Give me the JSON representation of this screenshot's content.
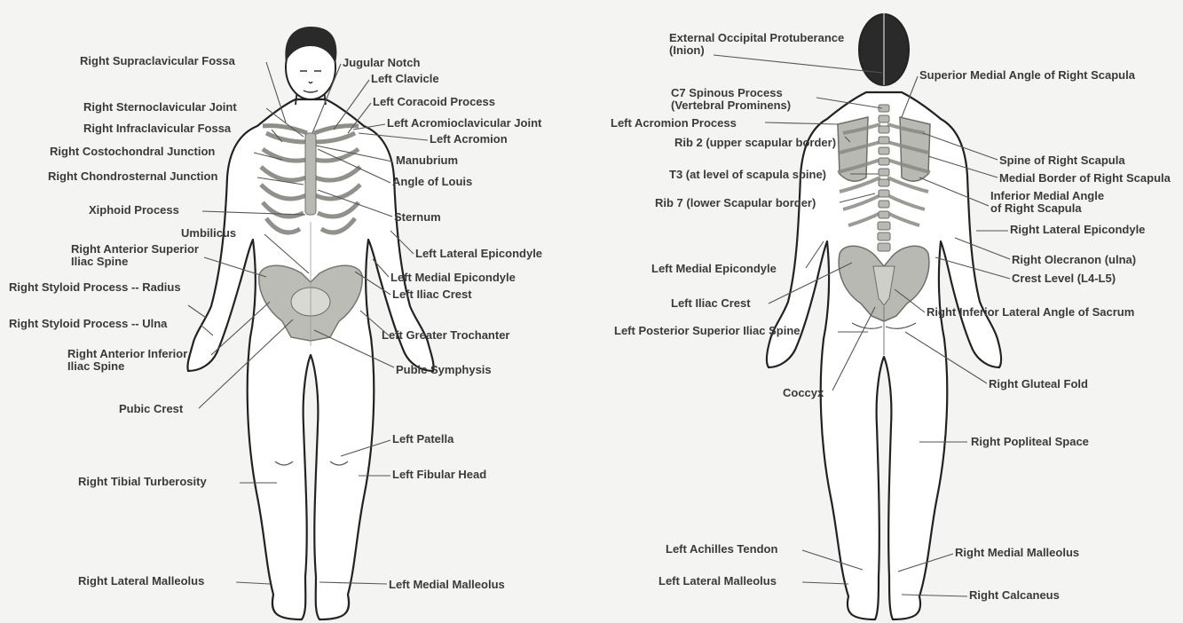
{
  "front_view": {
    "labels": [
      {
        "id": "f01",
        "text": "Right Supraclavicular Fossa"
      },
      {
        "id": "f02",
        "text": "Jugular Notch"
      },
      {
        "id": "f03",
        "text": "Left Clavicle"
      },
      {
        "id": "f04",
        "text": "Left Coracoid Process"
      },
      {
        "id": "f05",
        "text": "Right Sternoclavicular Joint"
      },
      {
        "id": "f06",
        "text": "Right Infraclavicular Fossa"
      },
      {
        "id": "f07",
        "text": "Left Acromioclavicular Joint"
      },
      {
        "id": "f08",
        "text": "Left Acromion"
      },
      {
        "id": "f09",
        "text": "Right Costochondral Junction"
      },
      {
        "id": "f10",
        "text": "Manubrium"
      },
      {
        "id": "f11",
        "text": "Right Chondrosternal Junction"
      },
      {
        "id": "f12",
        "text": "Angle of Louis"
      },
      {
        "id": "f13",
        "text": "Xiphoid Process"
      },
      {
        "id": "f14",
        "text": "Sternum"
      },
      {
        "id": "f15",
        "text": "Umbilicus"
      },
      {
        "id": "f16",
        "line1": "Right Anterior Superior",
        "line2": "Iliac Spine"
      },
      {
        "id": "f17",
        "text": "Left Lateral Epicondyle"
      },
      {
        "id": "f18",
        "text": "Right Styloid Process -- Radius"
      },
      {
        "id": "f19",
        "text": "Left Medial Epicondyle"
      },
      {
        "id": "f20",
        "text": "Left Iliac Crest"
      },
      {
        "id": "f21",
        "text": "Right Styloid Process -- Ulna"
      },
      {
        "id": "f22",
        "text": "Left Greater Trochanter"
      },
      {
        "id": "f23",
        "line1": "Right Anterior Inferior",
        "line2": "Iliac Spine"
      },
      {
        "id": "f24",
        "text": "Pubic Symphysis"
      },
      {
        "id": "f25",
        "text": "Pubic Crest"
      },
      {
        "id": "f26",
        "text": "Left Patella"
      },
      {
        "id": "f27",
        "text": "Right Tibial Turberosity"
      },
      {
        "id": "f28",
        "text": "Left Fibular Head"
      },
      {
        "id": "f29",
        "text": "Right Lateral Malleolus"
      },
      {
        "id": "f30",
        "text": "Left Medial Malleolus"
      }
    ]
  },
  "back_view": {
    "labels": [
      {
        "id": "b01",
        "line1": "External Occipital Protuberance",
        "line2": "(Inion)"
      },
      {
        "id": "b02",
        "text": "Superior Medial Angle of Right Scapula"
      },
      {
        "id": "b03",
        "line1": "C7 Spinous Process",
        "line2": "(Vertebral Prominens)"
      },
      {
        "id": "b04",
        "text": "Left Acromion Process"
      },
      {
        "id": "b05",
        "text": "Rib 2 (upper scapular border)"
      },
      {
        "id": "b06",
        "text": "Spine of Right Scapula"
      },
      {
        "id": "b07",
        "text": "T3 (at level of scapula spine)"
      },
      {
        "id": "b08",
        "text": "Medial Border of Right Scapula"
      },
      {
        "id": "b09",
        "line1": "Inferior Medial Angle",
        "line2": "of Right Scapula"
      },
      {
        "id": "b10",
        "text": "Rib 7 (lower Scapular border)"
      },
      {
        "id": "b11",
        "text": "Right Lateral Epicondyle"
      },
      {
        "id": "b12",
        "text": "Right Olecranon (ulna)"
      },
      {
        "id": "b13",
        "text": "Left Medial Epicondyle"
      },
      {
        "id": "b14",
        "text": "Crest Level (L4-L5)"
      },
      {
        "id": "b15",
        "text": "Left Iliac Crest"
      },
      {
        "id": "b16",
        "text": "Right Inferior Lateral Angle of Sacrum"
      },
      {
        "id": "b17",
        "text": "Left Posterior Superior Iliac Spine"
      },
      {
        "id": "b18",
        "text": "Right Gluteal Fold"
      },
      {
        "id": "b19",
        "text": "Coccyx"
      },
      {
        "id": "b20",
        "text": "Right Popliteal Space"
      },
      {
        "id": "b21",
        "text": "Left Achilles Tendon"
      },
      {
        "id": "b22",
        "text": "Right Medial Malleolus"
      },
      {
        "id": "b23",
        "text": "Left Lateral Malleolus"
      },
      {
        "id": "b24",
        "text": "Right Calcaneus"
      }
    ]
  },
  "colors": {
    "background": "#f4f4f2",
    "label_text": "#3a3a3a",
    "leader_line": "#555555",
    "body_outline": "#222222",
    "bone": "#b9b9b4",
    "bone_dark": "#7e7e78",
    "hair": "#2a2a2a"
  }
}
